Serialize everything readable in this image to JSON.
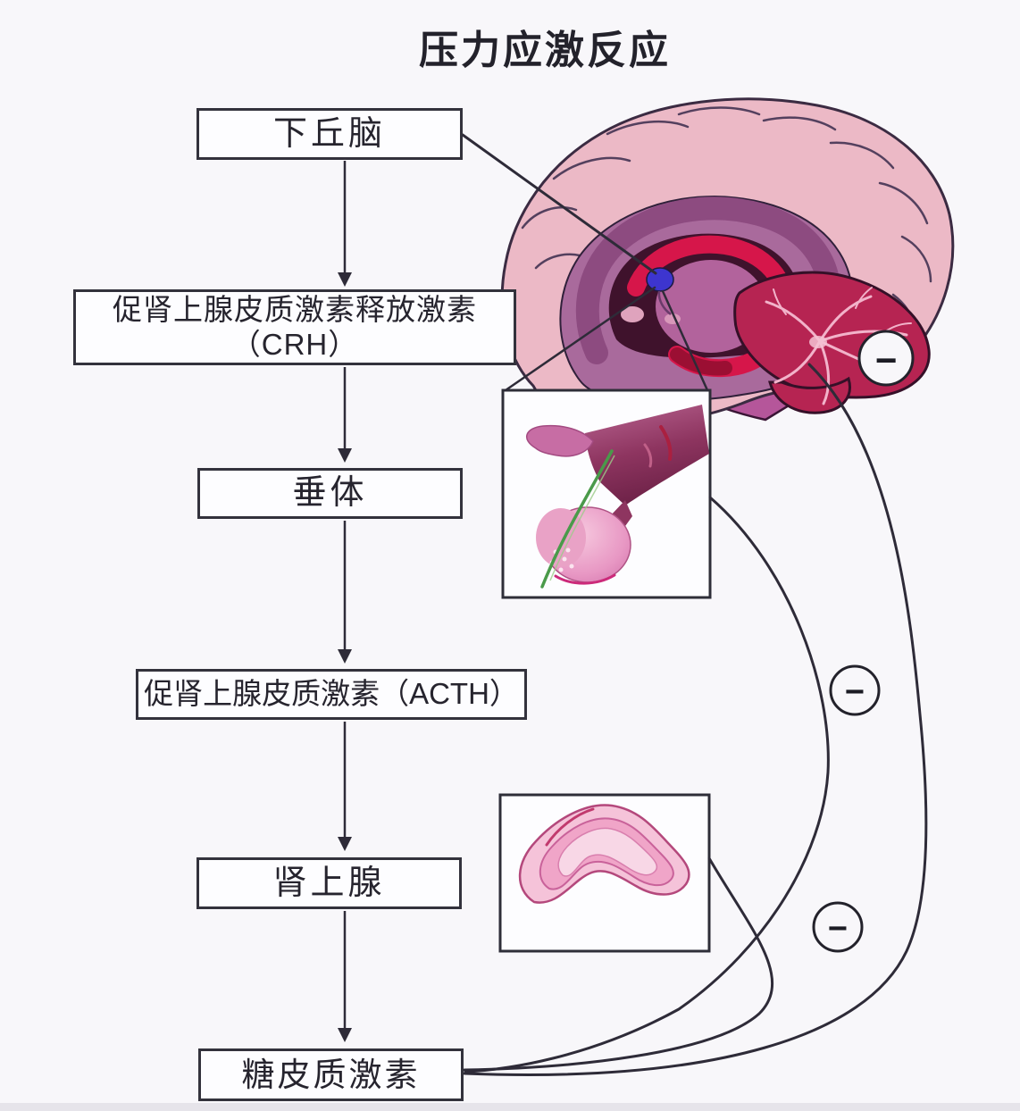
{
  "title": "压力应激反应",
  "flow": {
    "hypothalamus": "下丘脑",
    "crh_line1": "促肾上腺皮质激素释放激素",
    "crh_line2": "（CRH）",
    "pituitary": "垂体",
    "acth": "促肾上腺皮质激素（ACTH）",
    "adrenal": "肾上腺",
    "glucocorticoid": "糖皮质激素"
  },
  "feedback": {
    "minus": "−"
  },
  "colors": {
    "line": "#2e2b38",
    "brain_cortex": "#ecb9c6",
    "brain_inner": "#a96a9c",
    "brain_arc": "#8d4b80",
    "brain_core": "#3f122c",
    "limbic_ring_red": "#d6164a",
    "ring_center": "#b2639c",
    "hypothalamus_blue": "#3d35cf",
    "cerebellum": "#b62452",
    "cerebellum_vein": "#f2b3ca",
    "brainstem": "#b5569a",
    "pituitary_bulb": "#e898c4",
    "pituitary_funnel": "#8e3560",
    "pituitary_green": "#4a9a4a",
    "adrenal_outer": "#f5c3d9",
    "adrenal_mid": "#f0a5c8",
    "adrenal_inner": "#f8d7e6"
  }
}
